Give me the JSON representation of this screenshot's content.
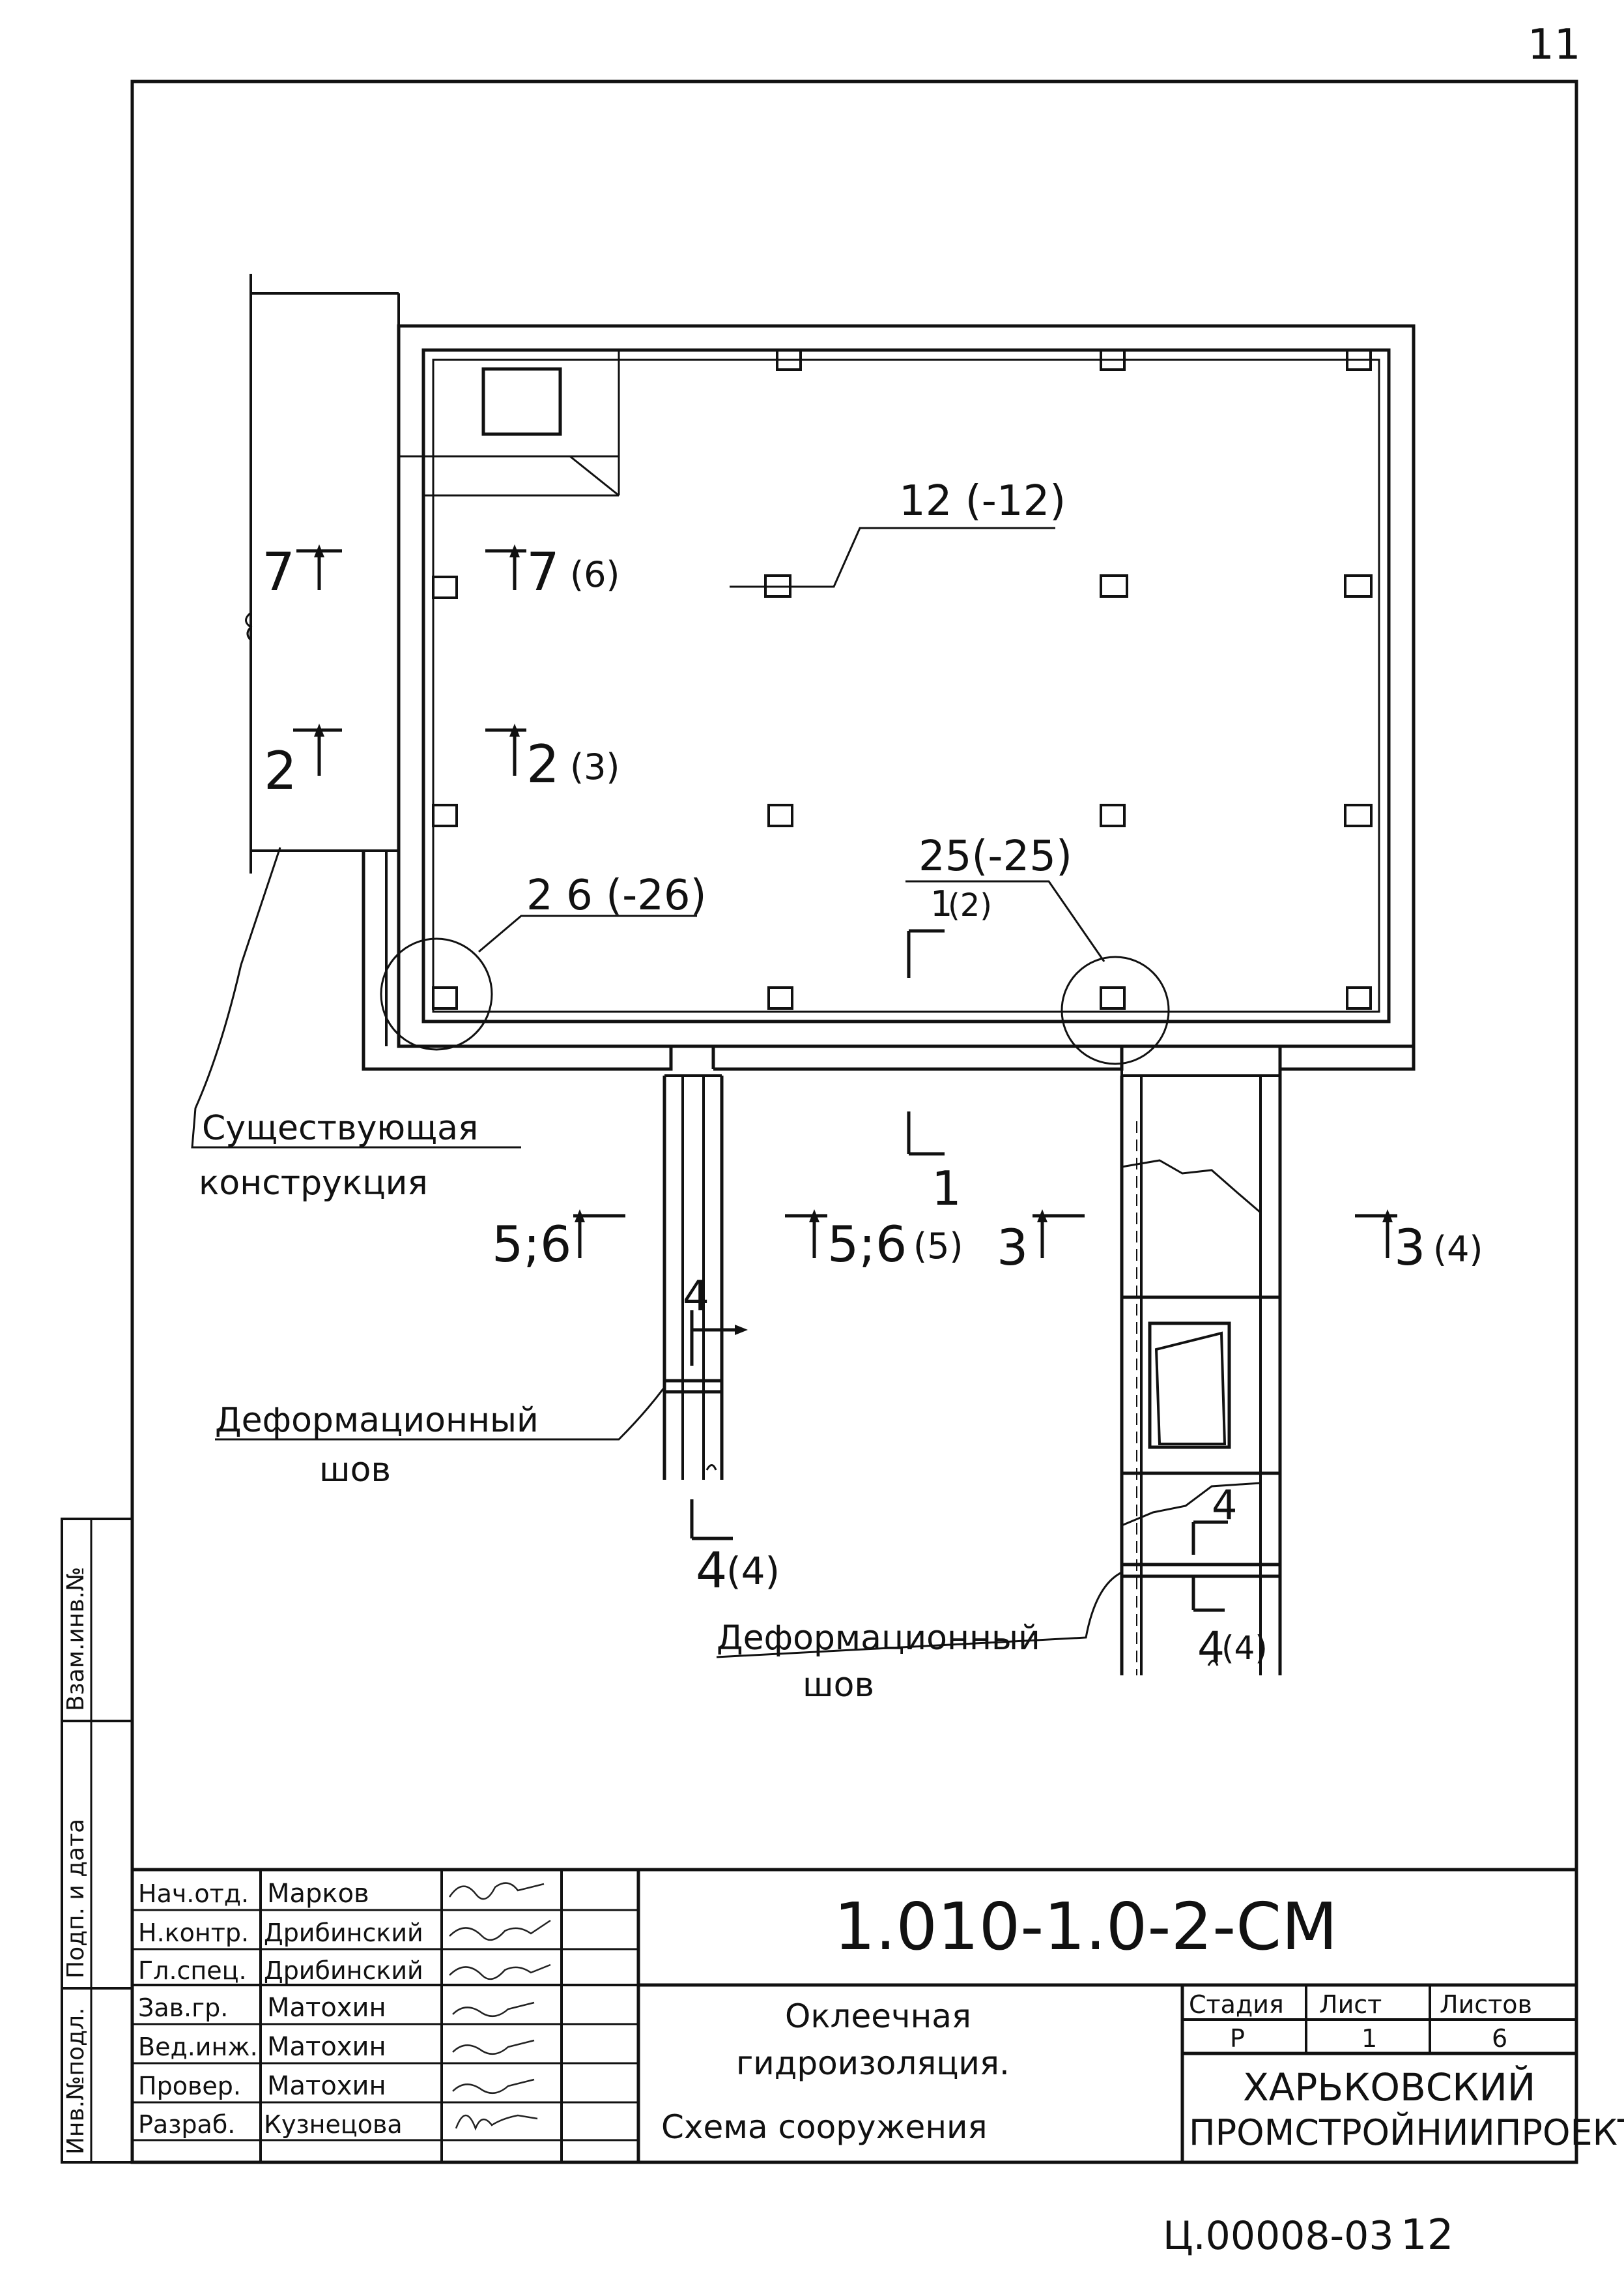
{
  "sheet_number": "11",
  "drawing": {
    "section_marks": {
      "s7_left": "7",
      "s7_right": "7",
      "s7_right_alt": "(6)",
      "s2_left": "2",
      "s2_right": "2",
      "s2_right_alt": "(3)",
      "s1": "1",
      "s1_alt": "(2)",
      "s1_bottom": "1",
      "s56_left": "5;6",
      "s56_right": "5;6",
      "s56_right_alt": "(5)",
      "s3_left": "3",
      "s3_right": "3",
      "s3_right_alt": "(4)",
      "s4_top": "4",
      "s4_bottom": "4",
      "s4_bottom_alt": "(4)",
      "s4_r_top": "4",
      "s4_r_bottom": "4",
      "s4_r_bottom_alt": "(4)"
    },
    "callouts": {
      "c12": "12 (-12)",
      "c26": "2 6 (-26)",
      "c25": "25(-25)"
    },
    "labels": {
      "existing_line1": "Существующая",
      "existing_line2": "конструкция",
      "joint1_line1": "Деформационный",
      "joint1_line2": "шов",
      "joint2_line1": "Деформационный",
      "joint2_line2": "шов"
    }
  },
  "side_stamp": {
    "cells": [
      "Взам.инв.№",
      "Подп. и дата",
      "Инв.№подл."
    ]
  },
  "title_block": {
    "roles": [
      "Нач.отд.",
      "Н.контр.",
      "Гл.спец.",
      "Зав.гр.",
      "Вед.инж.",
      "Провер.",
      "Разраб."
    ],
    "names": [
      "Марков",
      "Дрибинский",
      "Дрибинский",
      "Матохин",
      "Матохин",
      "Матохин",
      "Кузнецова"
    ],
    "code": "1.010-1.0-2-СМ",
    "title_line1": "Оклеечная",
    "title_line2": "гидроизоляция.",
    "title_line3": "Схема сооружения",
    "stage_header": "Стадия",
    "sheet_header": "Лист",
    "sheets_header": "Листов",
    "stage": "Р",
    "sheet": "1",
    "sheets": "6",
    "org_line1": "ХАРЬКОВСКИЙ",
    "org_line2": "ПРОМСТРОЙНИИПРОЕКТ"
  },
  "footer": {
    "archive_code": "Ц.00008-03",
    "page": "12"
  }
}
